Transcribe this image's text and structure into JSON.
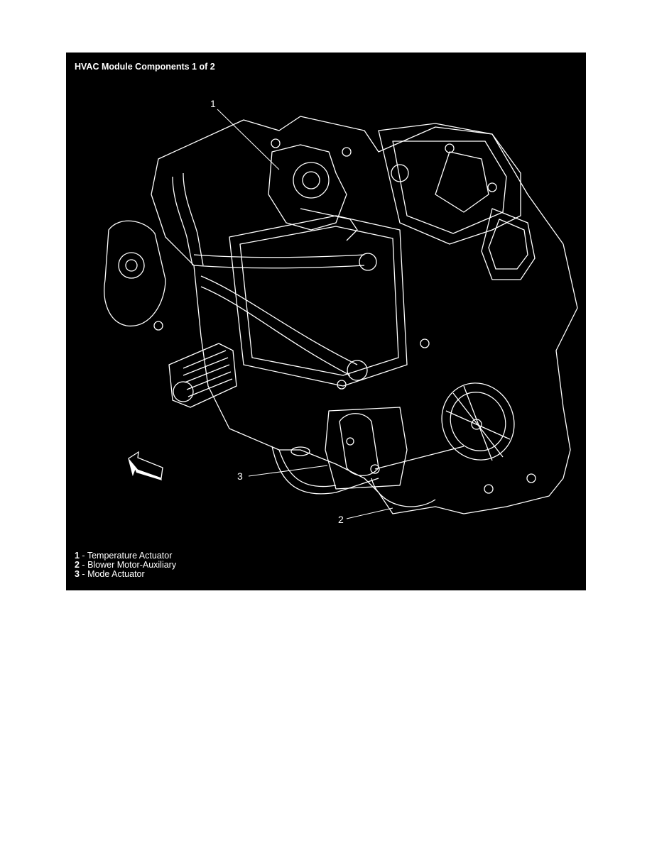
{
  "figure": {
    "title": "HVAC Module Components 1 of 2",
    "background": "#000000",
    "line_color": "#ffffff",
    "callouts": [
      {
        "number": "1",
        "label": "Temperature Actuator"
      },
      {
        "number": "2",
        "label": "Blower Motor-Auxiliary"
      },
      {
        "number": "3",
        "label": "Mode Actuator"
      }
    ],
    "legend": [
      {
        "number": "1",
        "separator": " - ",
        "label": "Temperature Actuator"
      },
      {
        "number": "2",
        "separator": " - ",
        "label": "Blower Motor-Auxiliary"
      },
      {
        "number": "3",
        "separator": " - ",
        "label": "Mode Actuator"
      }
    ],
    "direction_arrow": "front-direction-arrow-icon"
  }
}
